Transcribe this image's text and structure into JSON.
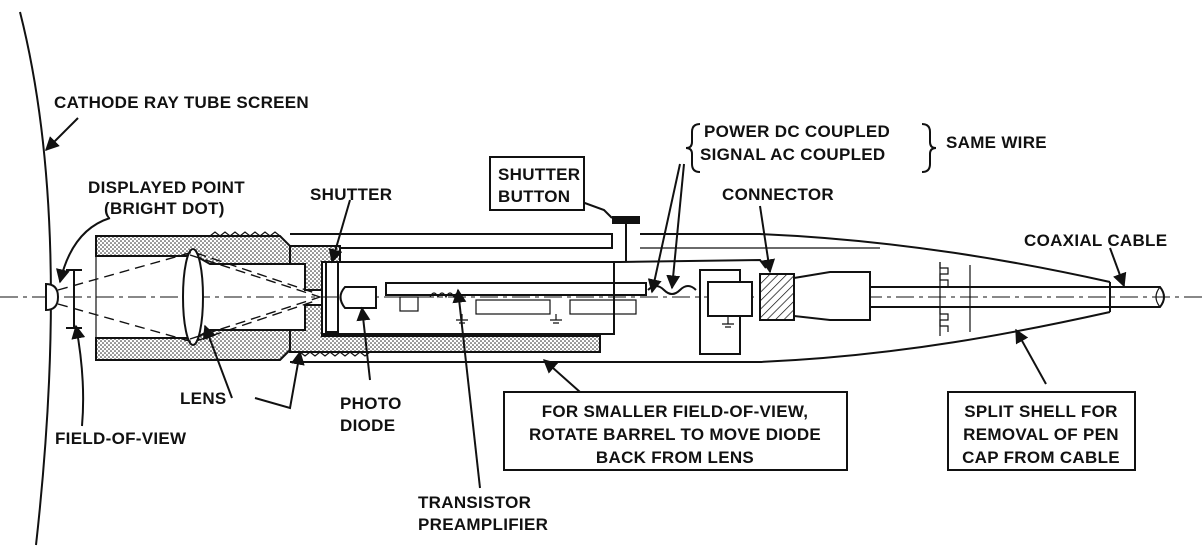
{
  "labels": {
    "crt_screen": "CATHODE RAY TUBE SCREEN",
    "displayed_point_1": "DISPLAYED POINT",
    "displayed_point_2": "(BRIGHT DOT)",
    "shutter": "SHUTTER",
    "shutter_button_1": "SHUTTER",
    "shutter_button_2": "BUTTON",
    "power_dc": "POWER DC COUPLED",
    "signal_ac": "SIGNAL AC COUPLED",
    "same_wire": "SAME WIRE",
    "connector": "CONNECTOR",
    "coaxial_cable": "COAXIAL CABLE",
    "lens": "LENS",
    "field_of_view": "FIELD-OF-VIEW",
    "photo_diode_1": "PHOTO",
    "photo_diode_2": "DIODE",
    "smaller_fov_1": "FOR SMALLER FIELD-OF-VIEW,",
    "smaller_fov_2": "ROTATE BARREL TO MOVE DIODE",
    "smaller_fov_3": "BACK FROM LENS",
    "split_shell_1": "SPLIT SHELL FOR",
    "split_shell_2": "REMOVAL OF PEN",
    "split_shell_3": "CAP FROM CABLE",
    "preamp_1": "TRANSISTOR",
    "preamp_2": "PREAMPLIFIER"
  }
}
